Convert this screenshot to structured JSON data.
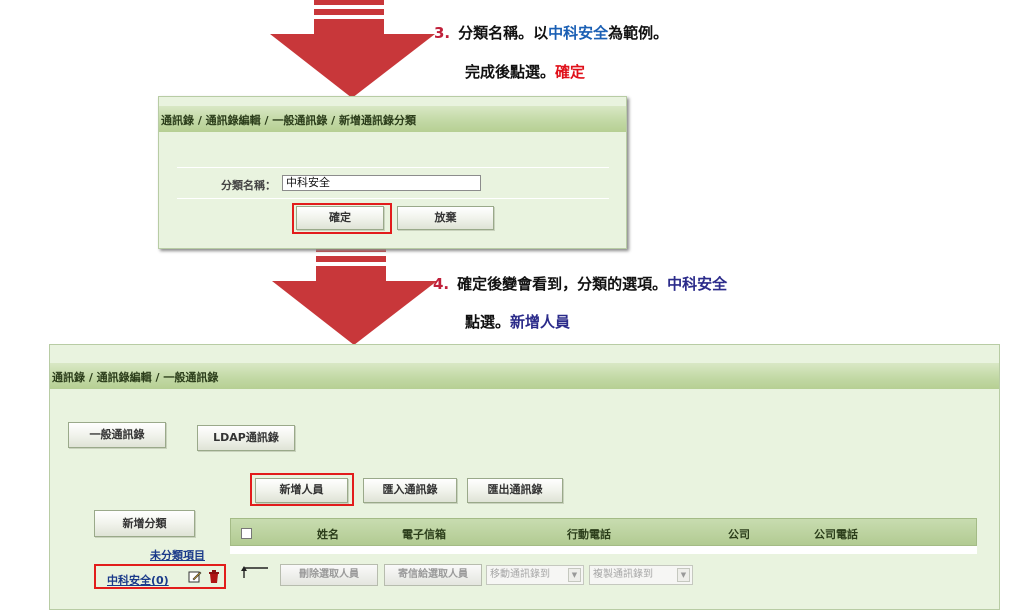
{
  "steps": {
    "step3": {
      "number": "3.",
      "line1_prefix": "分類名稱。以",
      "line1_highlight": "中科安全",
      "line1_suffix": "為範例。",
      "line2_prefix": "完成後點選。",
      "line2_highlight": "確定"
    },
    "step4": {
      "number": "4.",
      "line1_prefix": "確定後變會看到，分類的選項。",
      "line1_highlight": "中科安全",
      "line2_prefix": "點選。",
      "line2_highlight": "新增人員"
    }
  },
  "dialog": {
    "breadcrumb": "通訊錄 / 通訊錄編輯 / 一般通訊錄 / 新增通訊錄分類",
    "field_label": "分類名稱：",
    "field_value": "中科安全",
    "confirm_label": "確定",
    "cancel_label": "放棄"
  },
  "main": {
    "breadcrumb": "通訊錄 / 通訊錄編輯 / 一般通訊錄",
    "tabs": [
      {
        "label": "一般通訊錄"
      },
      {
        "label": "LDAP通訊錄"
      }
    ],
    "actions": {
      "add_person": "新增人員",
      "import": "匯入通訊錄",
      "export": "匯出通訊錄"
    },
    "sidebar": {
      "add_category": "新增分類",
      "uncategorized": "未分類項目",
      "category_item": "中科安全(0)"
    },
    "table": {
      "columns": [
        "姓名",
        "電子信箱",
        "行動電話",
        "公司",
        "公司電話"
      ]
    },
    "toolbar": {
      "delete_selected": "刪除選取人員",
      "mail_selected": "寄信給選取人員",
      "move_to": "移動通訊錄到",
      "copy_to": "複製通訊錄到"
    }
  },
  "colors": {
    "arrow": "#c8373a",
    "highlight_box": "#e21c1c",
    "panel_bg": "#e9f3df",
    "title_bar": "#c3d9a6",
    "link": "#1a3a8a"
  }
}
